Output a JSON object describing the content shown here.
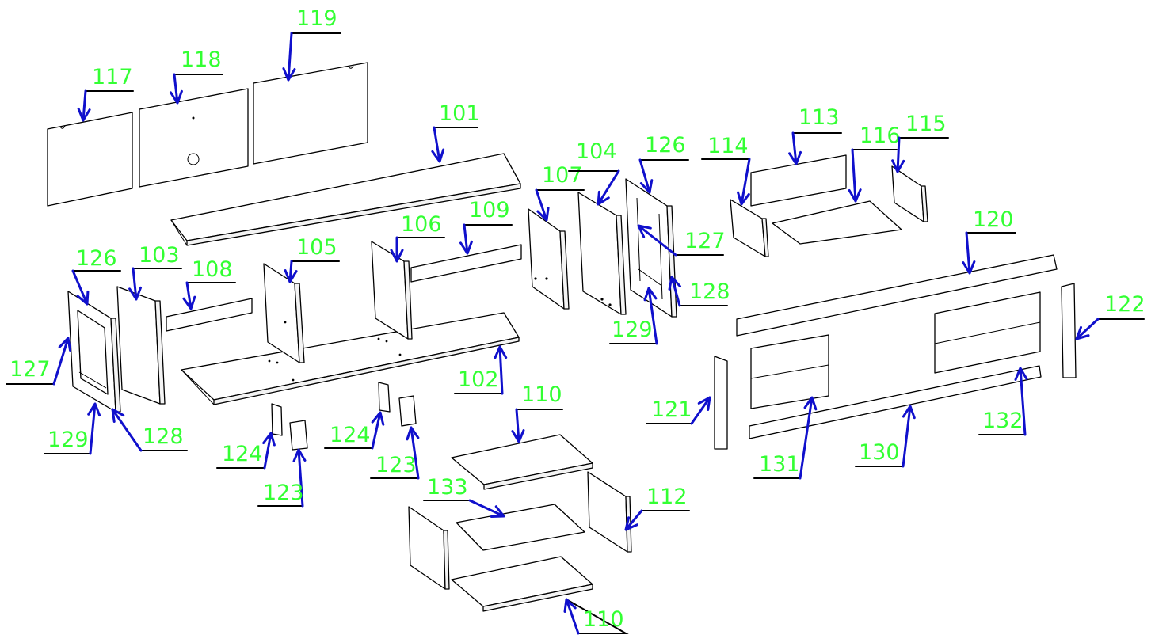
{
  "colors": {
    "label": "#33ff33",
    "arrow": "#1010cc",
    "line": "#000000",
    "background": "#ffffff"
  },
  "callouts": [
    {
      "id": "c117",
      "text": "117"
    },
    {
      "id": "c118",
      "text": "118"
    },
    {
      "id": "c119",
      "text": "119"
    },
    {
      "id": "c101",
      "text": "101"
    },
    {
      "id": "c107",
      "text": "107"
    },
    {
      "id": "c104",
      "text": "104"
    },
    {
      "id": "c126a",
      "text": "126"
    },
    {
      "id": "c114",
      "text": "114"
    },
    {
      "id": "c113",
      "text": "113"
    },
    {
      "id": "c116",
      "text": "116"
    },
    {
      "id": "c115",
      "text": "115"
    },
    {
      "id": "c106",
      "text": "106"
    },
    {
      "id": "c109",
      "text": "109"
    },
    {
      "id": "c127a",
      "text": "127"
    },
    {
      "id": "c128a",
      "text": "128"
    },
    {
      "id": "c129a",
      "text": "129"
    },
    {
      "id": "c120",
      "text": "120"
    },
    {
      "id": "c126b",
      "text": "126"
    },
    {
      "id": "c103",
      "text": "103"
    },
    {
      "id": "c105",
      "text": "105"
    },
    {
      "id": "c108",
      "text": "108"
    },
    {
      "id": "c122",
      "text": "122"
    },
    {
      "id": "c127b",
      "text": "127"
    },
    {
      "id": "c102",
      "text": "102"
    },
    {
      "id": "c110a",
      "text": "110"
    },
    {
      "id": "c121",
      "text": "121"
    },
    {
      "id": "c132",
      "text": "132"
    },
    {
      "id": "c129b",
      "text": "129"
    },
    {
      "id": "c128b",
      "text": "128"
    },
    {
      "id": "c124a",
      "text": "124"
    },
    {
      "id": "c124b",
      "text": "124"
    },
    {
      "id": "c123a",
      "text": "123"
    },
    {
      "id": "c123b",
      "text": "123"
    },
    {
      "id": "c130",
      "text": "130"
    },
    {
      "id": "c131",
      "text": "131"
    },
    {
      "id": "c133",
      "text": "133"
    },
    {
      "id": "c112",
      "text": "112"
    },
    {
      "id": "c110b",
      "text": "110"
    }
  ]
}
